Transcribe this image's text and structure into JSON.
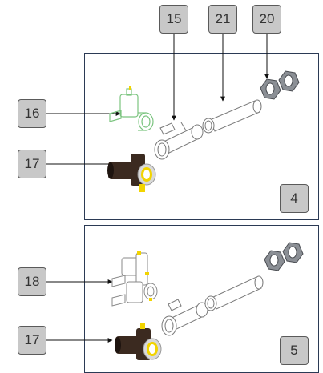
{
  "callouts": {
    "c15": "15",
    "c21": "21",
    "c20": "20",
    "c16": "16",
    "c17_top": "17",
    "c18": "18",
    "c17_bottom": "17"
  },
  "steps": {
    "step4": "4",
    "step5": "5"
  },
  "colors": {
    "panel_border": "#2b3a55",
    "callout_fill": "#c8c8c8",
    "valve_dark": "#3b2a20",
    "accent_yellow": "#f2d400",
    "highlight_green": "#7bc47f"
  }
}
